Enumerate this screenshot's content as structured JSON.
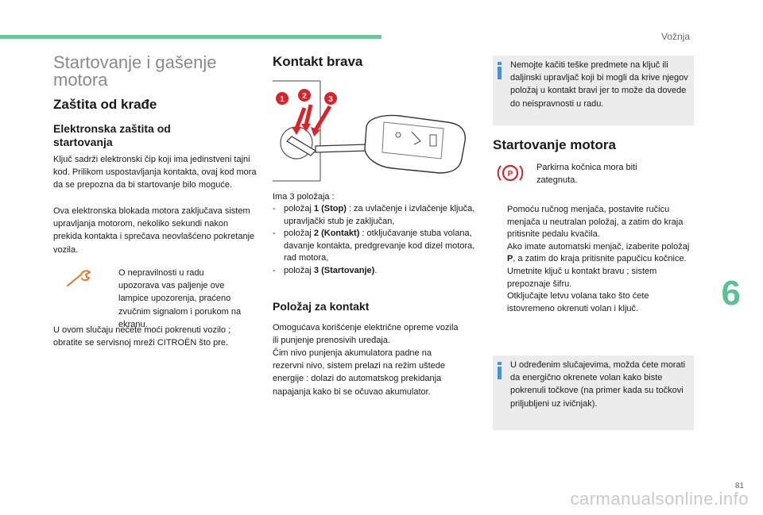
{
  "header": {
    "section": "Vožnja",
    "chapter_number": "6",
    "page_number": "81",
    "watermark": "carmanualsonline.info"
  },
  "col1": {
    "title": "Startovanje i gašenje motora",
    "h_theft": "Zaštita od krađe",
    "h_immob": "Elektronska zaštita od startovanja",
    "p1": "Ključ sadrži elektronski čip koji ima jedinstveni tajni kod. Prilikom uspostavljanja kontakta, ovaj kod mora da se prepozna da bi startovanje bilo moguće.",
    "p2": "Ova elektronska blokada motora zaključava sistem upravljanja motorom, nekoliko sekundi nakon prekida kontakta i sprečava neovlašćeno pokretanje vozila.",
    "note": "O nepravilnosti u radu upozorava vas paljenje ove lampice upozorenja, praćeno zvučnim signalom i porukom na ekranu.",
    "p3": "U ovom slučaju nećete moći pokrenuti vozilo ; obratite se servisnoj mreži CITROËN što pre."
  },
  "col2": {
    "h_switch": "Kontakt brava",
    "figure_labels": [
      "1",
      "2",
      "3"
    ],
    "positions_intro": "Ima 3 položaja :",
    "positions": [
      {
        "dash": "-",
        "pre": "položaj ",
        "bold": "1 (Stop)",
        "post": " : za uvlačenje i izvlačenje ključa, upravljački stub je zaključan,"
      },
      {
        "dash": "-",
        "pre": "položaj ",
        "bold": "2 (Kontakt)",
        "post": " : otključavanje stuba volana, davanje kontakta, predgrevanje kod dizel motora, rad motora,"
      },
      {
        "dash": "-",
        "pre": "položaj ",
        "bold": "3 (Startovanje)",
        "post": "."
      }
    ],
    "h_contact": "Položaj za kontakt",
    "p_contact1": "Omogućava korišćenje električne opreme vozila ili punjenje prenosivih uređaja.",
    "p_contact2": "Čim nivo punjenja akumulatora padne na rezervni nivo, sistem prelazi na režim uštede energije : dolazi do automatskog prekidanja napajanja kako bi se očuvao akumulator."
  },
  "col3": {
    "info1": "Nemojte kačiti teške predmete na ključ ili daljinski upravljač koji bi mogli da krive njegov položaj u kontakt bravi jer to može da dovede do neispravnosti u radu.",
    "h_start": "Startovanje motora",
    "parking_note": "Parkirna kočnica mora biti zategnuta.",
    "steps": [
      {
        "mk": "",
        "pre": "Pomoću ručnog menjača, postavite ručicu menjača u neutralan položaj, a zatim do kraja pritisnite pedalu kvačila.",
        "bold": "",
        "post": ""
      },
      {
        "mk": "",
        "pre": "Ako imate automatski menjač, izaberite položaj ",
        "bold": "P",
        "post": ", a zatim do kraja pritisnite papučicu kočnice."
      },
      {
        "mk": "",
        "pre": "Umetnite ključ u kontakt bravu ; sistem prepoznaje šifru.",
        "bold": "",
        "post": ""
      },
      {
        "mk": "",
        "pre": "Otključajte letvu volana tako što ćete istovremeno okrenuti volan i ključ.",
        "bold": "",
        "post": ""
      }
    ],
    "info2": "U određenim slučajevima, možda ćete morati da energično okrenete volan kako biste pokrenuli točkove (na primer kada su točkovi priljubljeni uz ivičnjak)."
  },
  "colors": {
    "accent_green": "#6dc69a",
    "info_blue": "#4a8fd0",
    "warning_orange": "#e07a2a",
    "red": "#d6242b"
  }
}
